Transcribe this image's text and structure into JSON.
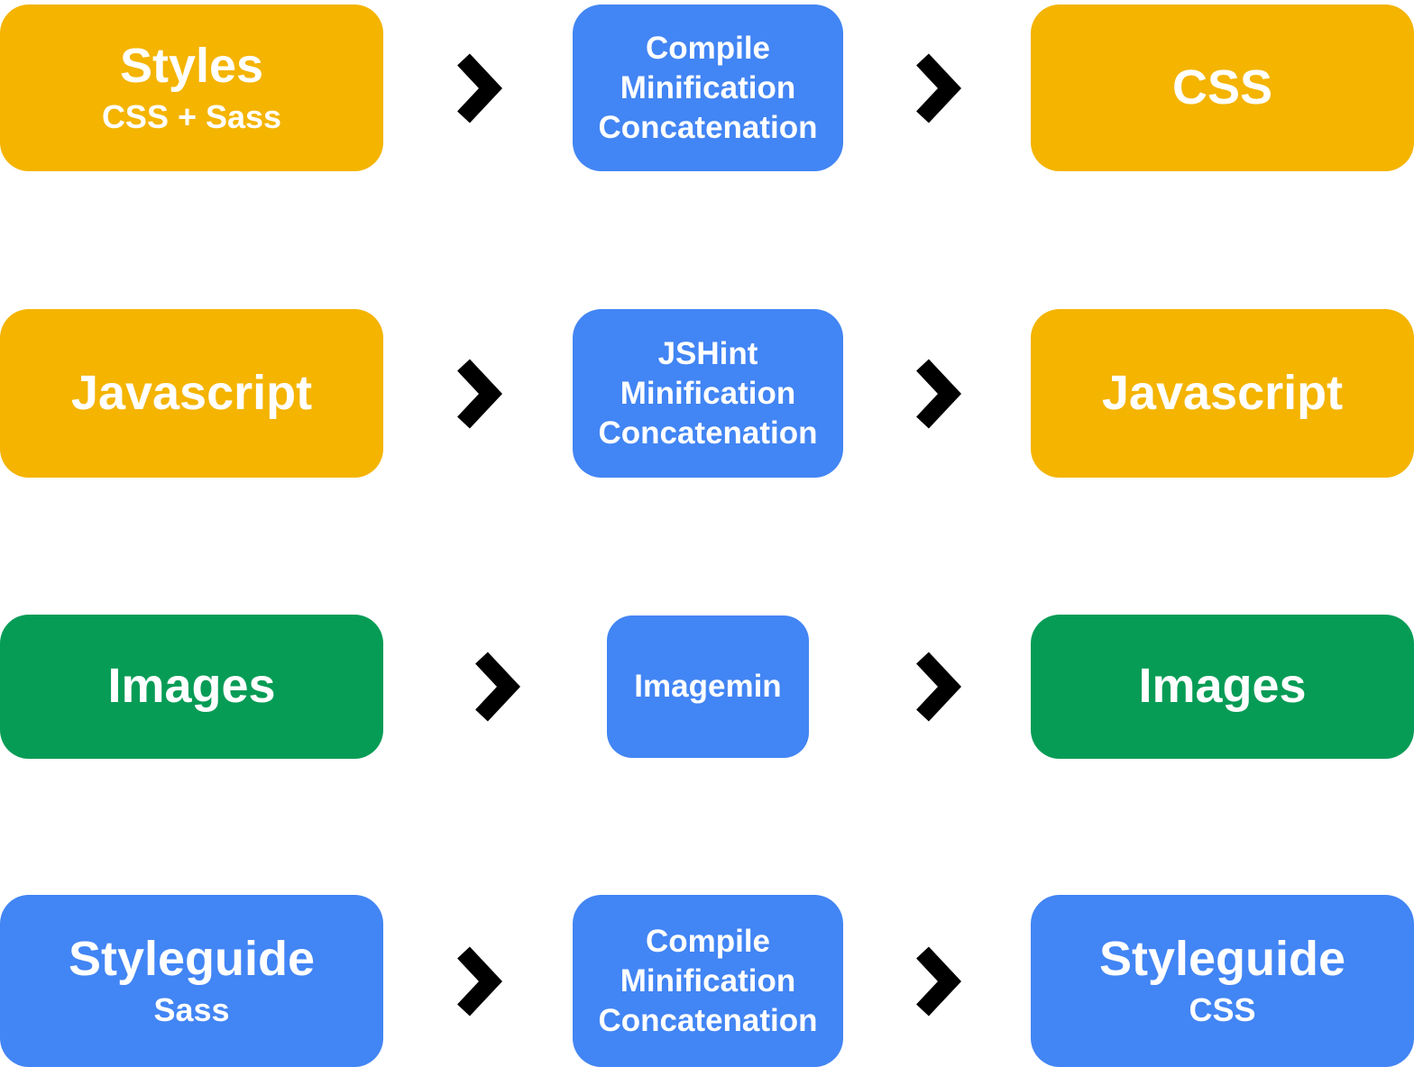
{
  "colors": {
    "yellow": "#F4B400",
    "blue": "#4285F4",
    "green": "#079C56",
    "arrow": "#000000",
    "node_text": "#FFFFFF",
    "background": "#FFFFFF"
  },
  "icons": {
    "arrow": "chevron-right"
  },
  "rows": [
    {
      "source": {
        "title": "Styles",
        "subtitle": "CSS + Sass",
        "color": "yellow"
      },
      "process": {
        "line1": "Compile",
        "line2": "Minification",
        "line3": "Concatenation",
        "color": "blue"
      },
      "output": {
        "title": "CSS",
        "subtitle": "",
        "color": "yellow"
      }
    },
    {
      "source": {
        "title": "Javascript",
        "subtitle": "",
        "color": "yellow"
      },
      "process": {
        "line1": "JSHint",
        "line2": "Minification",
        "line3": "Concatenation",
        "color": "blue"
      },
      "output": {
        "title": "Javascript",
        "subtitle": "",
        "color": "yellow"
      }
    },
    {
      "source": {
        "title": "Images",
        "subtitle": "",
        "color": "green"
      },
      "process": {
        "line1": "Imagemin",
        "line2": "",
        "line3": "",
        "color": "blue"
      },
      "output": {
        "title": "Images",
        "subtitle": "",
        "color": "green"
      }
    },
    {
      "source": {
        "title": "Styleguide",
        "subtitle": "Sass",
        "color": "blue"
      },
      "process": {
        "line1": "Compile",
        "line2": "Minification",
        "line3": "Concatenation",
        "color": "blue"
      },
      "output": {
        "title": "Styleguide",
        "subtitle": "CSS",
        "color": "blue"
      }
    }
  ]
}
